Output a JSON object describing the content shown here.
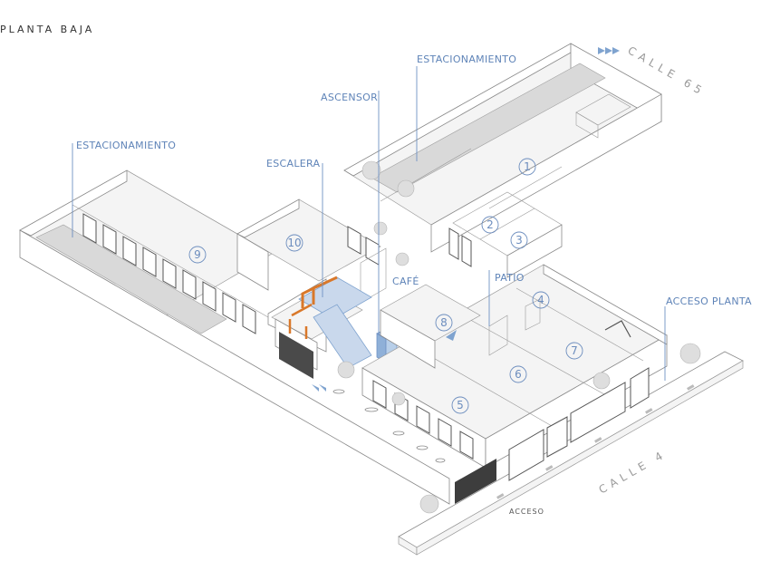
{
  "title": "PLANTA BAJA",
  "streets": {
    "north": "CALLE 65",
    "south": "CALLE 4"
  },
  "labels": {
    "estacionamiento_top": "ESTACIONAMIENTO",
    "estacionamiento_left": "ESTACIONAMIENTO",
    "ascensor": "ASCENSOR",
    "escalera": "ESCALERA",
    "cafe": "CAFÉ",
    "patio": "PATIO",
    "acceso_planta": "ACCESO PLANTA",
    "acceso": "ACCESO"
  },
  "rooms": [
    "1",
    "2",
    "3",
    "4",
    "5",
    "6",
    "7",
    "8",
    "9",
    "10"
  ],
  "colors": {
    "label": "#6c8dbe",
    "leader": "#6f92c4",
    "stair": "#d9782a",
    "elevator": "#7fa3cf"
  }
}
